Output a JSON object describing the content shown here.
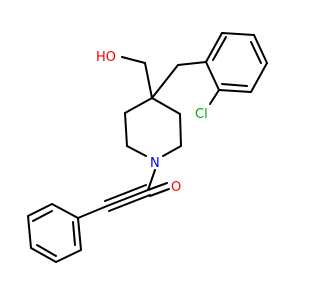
{
  "molecule": {
    "atoms": {
      "hydroxyl": {
        "text": "HO",
        "color": "#ff0000"
      },
      "chlorine": {
        "text": "Cl",
        "color": "#00aa00"
      },
      "nitrogen": {
        "text": "N",
        "color": "#0000ff"
      },
      "oxygen": {
        "text": "O",
        "color": "#ff0000"
      }
    },
    "bond_color": "#000000"
  }
}
